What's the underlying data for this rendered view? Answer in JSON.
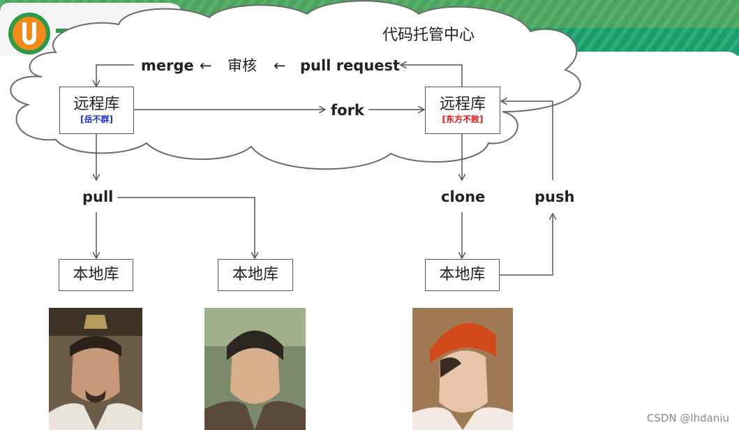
{
  "cloud_title": "代码托管中心",
  "flow_labels": {
    "merge": "merge",
    "review": "审核",
    "pull_request": "pull request",
    "fork": "fork",
    "pull": "pull",
    "clone": "clone",
    "push": "push"
  },
  "arrows": {
    "left_arrow": "←"
  },
  "repos": {
    "remote_left": {
      "title": "远程库",
      "owner": "[岳不群]",
      "owner_color": "#1a2fd6"
    },
    "remote_right": {
      "title": "远程库",
      "owner": "[东方不败]",
      "owner_color": "#e01010"
    },
    "local_1": {
      "title": "本地库"
    },
    "local_2": {
      "title": "本地库"
    },
    "local_3": {
      "title": "本地库"
    }
  },
  "colors": {
    "banner_green": "#1f9a6a",
    "logo_orange": "#f28a1a",
    "logo_green": "#2d9a4a"
  },
  "watermark": "CSDN @lhdaniu"
}
